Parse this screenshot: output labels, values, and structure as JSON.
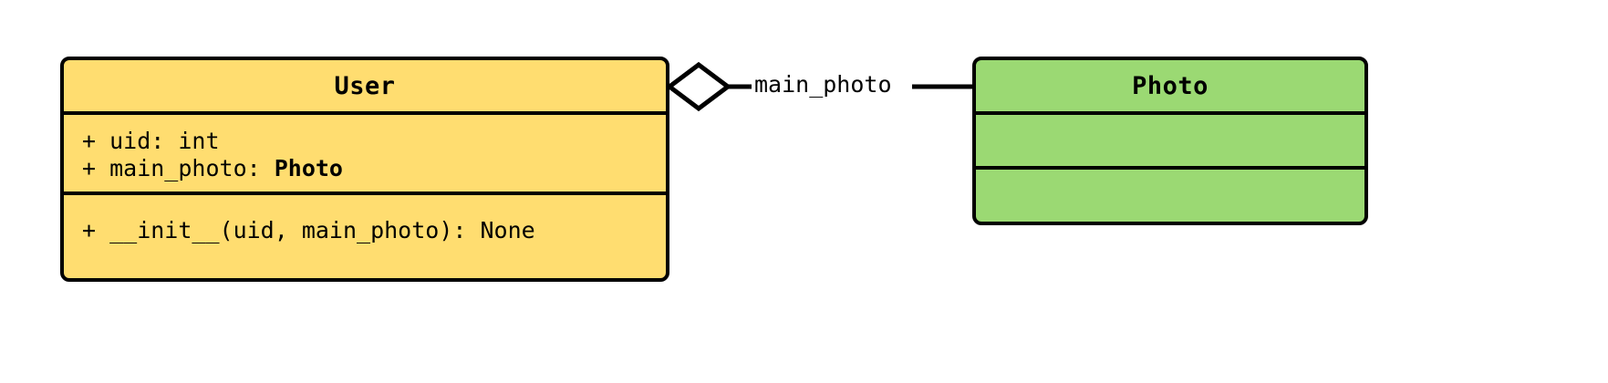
{
  "diagram": {
    "kind": "uml-class-diagram",
    "classes": [
      {
        "id": "user",
        "name": "User",
        "fill_color": "#ffdd70",
        "border_color": "#000000",
        "attributes": [
          {
            "visibility": "+",
            "text": "+ uid: int",
            "name": "uid",
            "type": "int",
            "type_is_bold": false
          },
          {
            "visibility": "+",
            "prefix": "+ main_photo: ",
            "name": "main_photo",
            "type": "Photo",
            "type_is_bold": true
          }
        ],
        "methods": [
          {
            "visibility": "+",
            "text": "+ __init__(uid, main_photo): None",
            "name": "__init__",
            "params": "uid, main_photo",
            "returns": "None"
          }
        ]
      },
      {
        "id": "photo",
        "name": "Photo",
        "fill_color": "#9bd973",
        "border_color": "#000000",
        "attributes": [],
        "methods": []
      }
    ],
    "relationships": [
      {
        "id": "user-main-photo",
        "type": "aggregation",
        "label": "main_photo",
        "source": "User",
        "target": "Photo",
        "diamond_filled": false,
        "diamond_fill_color": "#ffffff",
        "line_color": "#000000"
      }
    ]
  }
}
